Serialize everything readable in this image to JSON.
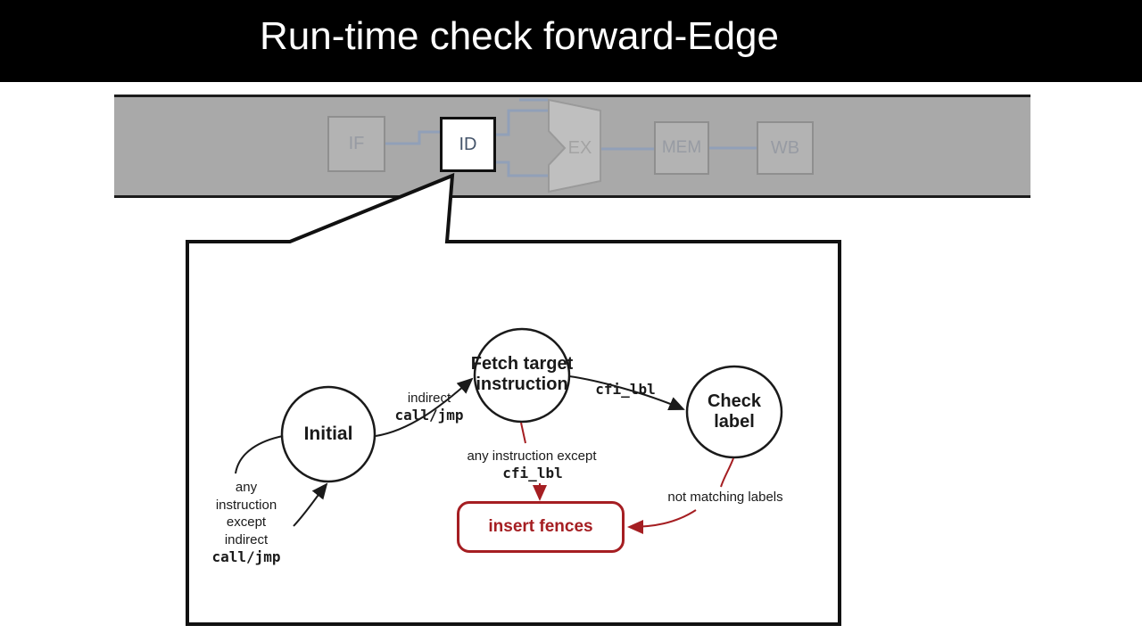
{
  "title": "Run-time check forward-Edge",
  "pipeline": {
    "stages": {
      "if": "IF",
      "id": "ID",
      "ex": "EX",
      "mem": "MEM",
      "wb": "WB"
    }
  },
  "diagram": {
    "states": {
      "initial": "Initial",
      "fetch_line1": "Fetch target",
      "fetch_line2": "instruction",
      "check_line1": "Check",
      "check_line2": "label",
      "insert_fences": "insert fences"
    },
    "edges": {
      "indirect": "indirect",
      "indirect_mono": "call/jmp",
      "cfi_lbl": "cfi_lbl",
      "any_except": "any instruction except",
      "any_except_mono": "cfi_lbl",
      "not_matching": "not matching labels",
      "self_loop": [
        "any",
        "instruction",
        "except",
        "indirect",
        "call/jmp"
      ]
    }
  },
  "colors": {
    "accent_red": "#a51e22",
    "highlight_stage_text": "#44546a",
    "band_gray": "#a9a9a9",
    "connector_blue_gray": "#91a0b8"
  }
}
